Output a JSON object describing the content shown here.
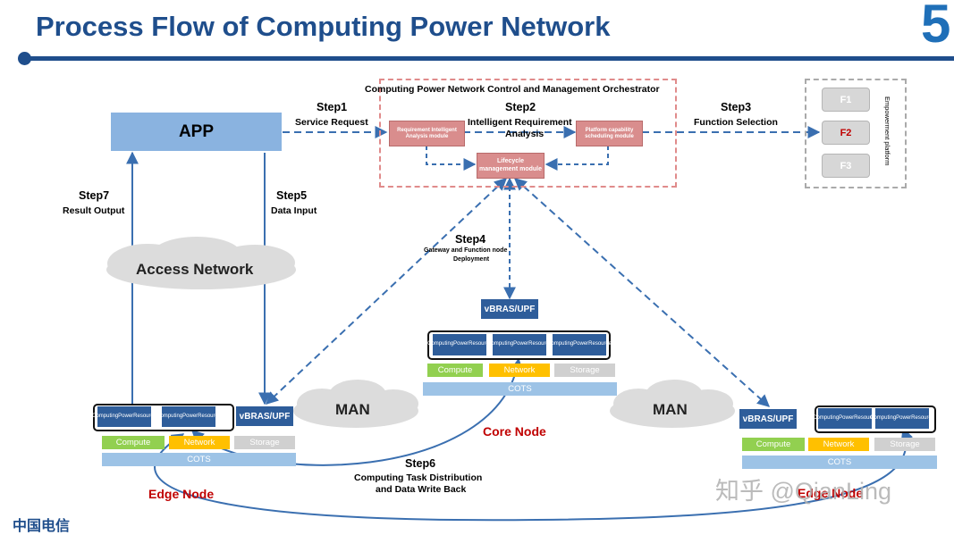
{
  "title": "Process Flow  of Computing Power Network",
  "page_number": "5",
  "orchestrator": {
    "title": "Computing Power Network Control and Management Orchestrator",
    "requirement_module": "Requirement Intelligent Analysis module",
    "scheduling_module": "Platform capability scheduling module",
    "lifecycle_module": "Lifecycle management module"
  },
  "app": "APP",
  "steps": {
    "step1": {
      "label": "Step1",
      "desc": "Service Request"
    },
    "step2": {
      "label": "Step2",
      "desc_line1": "Intelligent Requirement",
      "desc_line2": "Analysis"
    },
    "step3": {
      "label": "Step3",
      "desc": "Function Selection"
    },
    "step4": {
      "label": "Step4",
      "desc_line1": "Gateway and Function node",
      "desc_line2": "Deployment"
    },
    "step5": {
      "label": "Step5",
      "desc": "Data Input"
    },
    "step6": {
      "label": "Step6",
      "desc_line1": "Computing Task Distribution",
      "desc_line2": "and Data Write Back"
    },
    "step7": {
      "label": "Step7",
      "desc": "Result Output"
    }
  },
  "empowerment": {
    "label": "Empowerment platform",
    "f1": "F1",
    "f2": "F2",
    "f3": "F3",
    "f2_color": "#c00000"
  },
  "clouds": {
    "access": "Access Network",
    "man_left": "MAN",
    "man_right": "MAN"
  },
  "node": {
    "vbras": "vBRAS/UPF",
    "resource_line1": "Computing",
    "resource_line2": "Power",
    "resource_line3": "Resource",
    "compute": "Compute",
    "network": "Network",
    "storage": "Storage",
    "cots": "COTS"
  },
  "node_labels": {
    "core": "Core Node",
    "edge_left": "Edge Node",
    "edge_right": "Edge Node"
  },
  "watermark": "知乎 @QianLing",
  "logo_text": "中国电信",
  "colors": {
    "title_blue": "#1f4e8c",
    "arrow_blue": "#3a6fb0",
    "node_red": "#c00000",
    "compute_green": "#92d050",
    "network_yellow": "#ffc000"
  }
}
